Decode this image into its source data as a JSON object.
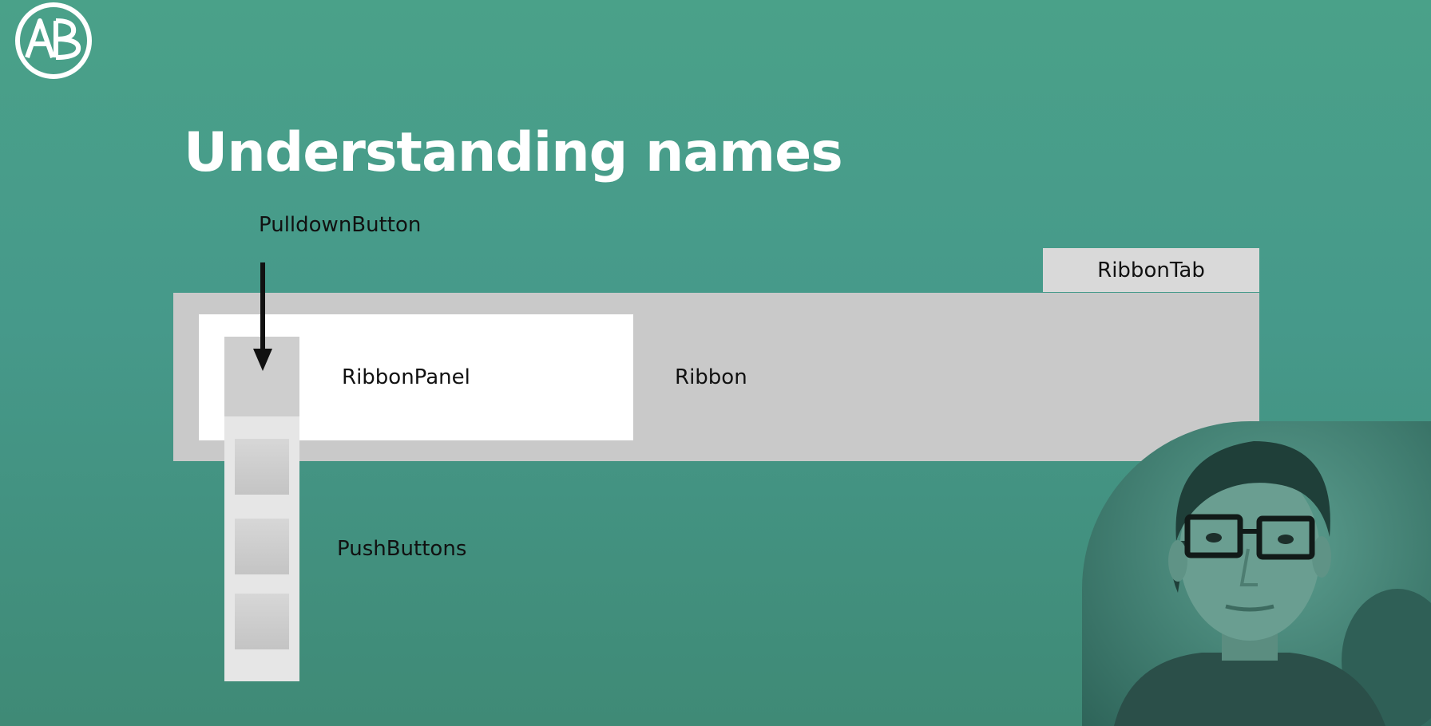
{
  "slide": {
    "title": "Understanding names",
    "logo_icon": "ab-monogram-logo",
    "background_color": "#46998a"
  },
  "diagram": {
    "pulldown_button_label": "PulldownButton",
    "ribbon_tab_label": "RibbonTab",
    "ribbon_panel_label": "RibbonPanel",
    "ribbon_label": "Ribbon",
    "push_buttons_label": "PushButtons",
    "arrow_icon": "arrow-down-icon"
  },
  "presenter": {
    "webcam_icon": "presenter-webcam"
  }
}
